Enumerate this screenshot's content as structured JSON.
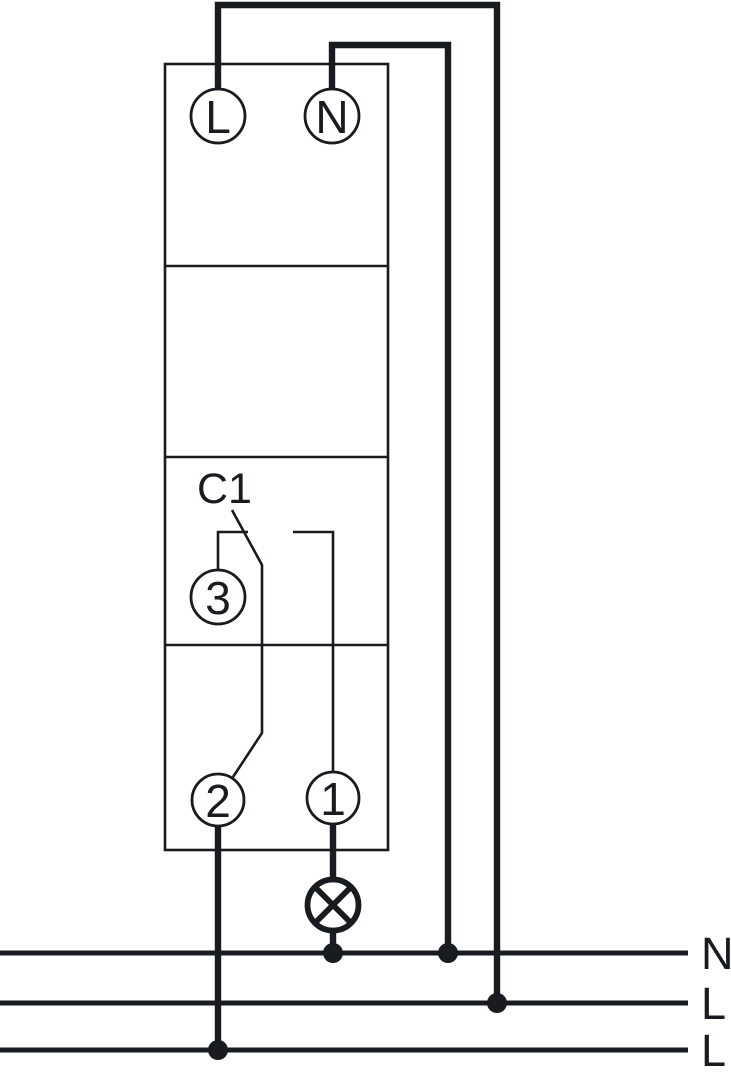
{
  "colors": {
    "line": "#181b20",
    "background": "#ffffff"
  },
  "device": {
    "terminal_live": "L",
    "terminal_neutral": "N",
    "terminal_3": "3",
    "terminal_2": "2",
    "terminal_1": "1",
    "switch_label": "C1"
  },
  "bus_labels": {
    "neutral": "N",
    "live1": "L",
    "live2": "L"
  }
}
